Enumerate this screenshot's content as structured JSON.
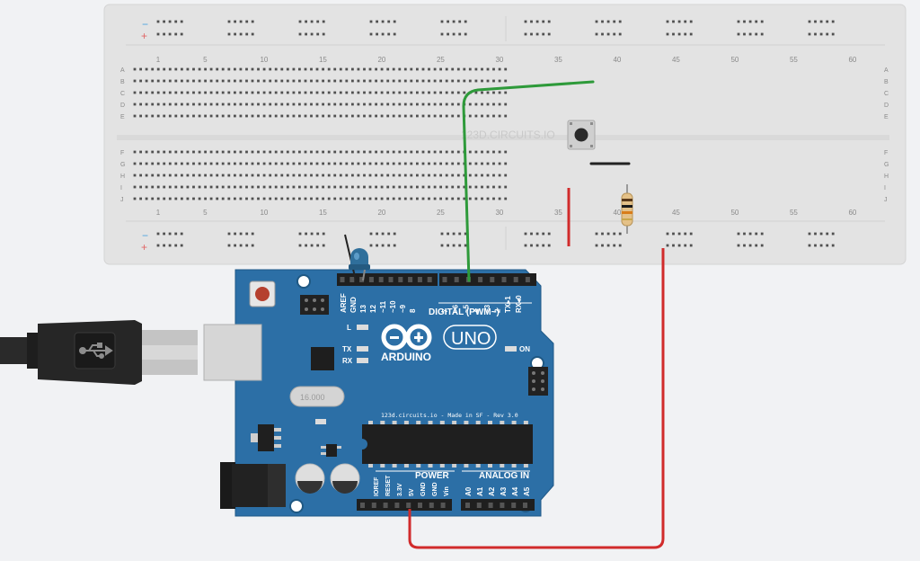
{
  "breadboard": {
    "watermark": "123D.CIRCUITS.IO",
    "column_numbers": [
      "1",
      "5",
      "10",
      "15",
      "20",
      "25",
      "30",
      "35",
      "40",
      "45",
      "50",
      "55",
      "60"
    ],
    "row_letters_top": [
      "A",
      "B",
      "C",
      "D",
      "E"
    ],
    "row_letters_bottom": [
      "F",
      "G",
      "H",
      "I",
      "J"
    ],
    "rail_minus": "−",
    "rail_plus": "+"
  },
  "arduino": {
    "logo_text": "ARDUINO",
    "model": "UNO",
    "digital_label": "DIGITAL (PWM~)",
    "digital_pins": [
      "AREF",
      "GND",
      "13",
      "12",
      "~11",
      "~10",
      "~9",
      "8",
      "7",
      "~6",
      "~5",
      "4",
      "~3",
      "2",
      "TX▸1",
      "RX◂0"
    ],
    "l_label": "L",
    "tx_label": "TX",
    "rx_label": "RX",
    "on_label": "ON",
    "crystal_label": "16.000",
    "footer_text": "123d.circuits.io - Made in SF - Rev 3.0",
    "power_label": "POWER",
    "analog_label": "ANALOG IN",
    "power_pins": [
      "IOREF",
      "RESET",
      "3.3V",
      "5V",
      "GND",
      "GND",
      "Vin"
    ],
    "analog_pins": [
      "A0",
      "A1",
      "A2",
      "A3",
      "A4",
      "A5"
    ]
  },
  "colors": {
    "board_blue": "#2c6fa6",
    "breadboard": "#e3e3e3",
    "wire_green": "#2e9a3a",
    "wire_red": "#d12b2b",
    "wire_black": "#222222",
    "led_blue": "#2f6f9b"
  }
}
